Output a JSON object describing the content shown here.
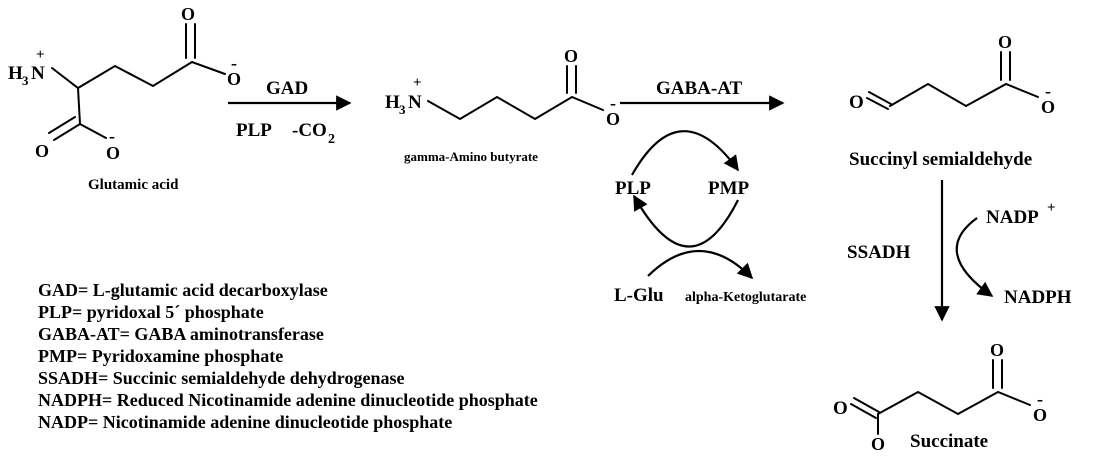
{
  "molecules": {
    "glutamic_acid": {
      "name": "Glutamic acid",
      "n_label": "H",
      "n_sub": "3",
      "n_atom": "N",
      "charge_plus": "+",
      "charge_minus": "-",
      "o": "O"
    },
    "gaba": {
      "name": "gamma-Amino butyrate",
      "n_label": "H",
      "n_sub": "3",
      "n_atom": "N",
      "charge_plus": "+",
      "charge_minus": "-",
      "o": "O"
    },
    "ssa": {
      "name": "Succinyl semialdehyde",
      "o": "O",
      "charge_minus": "-"
    },
    "succinate": {
      "name": "Succinate",
      "o": "O",
      "charge_minus": "-"
    }
  },
  "enzymes": {
    "gad": "GAD",
    "plp_cofactor": "PLP",
    "co2": "-CO",
    "co2_sub": "2",
    "gaba_at": "GABA-AT",
    "ssadh": "SSADH"
  },
  "cycle": {
    "plp": "PLP",
    "pmp": "PMP",
    "l_glu": "L-Glu",
    "alpha_kg": "alpha-Ketoglutarate"
  },
  "cofactors": {
    "nadp": "NADP",
    "nadp_plus": "+",
    "nadph": "NADPH"
  },
  "legend": [
    "GAD= L-glutamic acid decarboxylase",
    "PLP= pyridoxal 5´ phosphate",
    "GABA-AT= GABA aminotransferase",
    "PMP= Pyridoxamine phosphate",
    "SSADH= Succinic semialdehyde dehydrogenase",
    "NADPH= Reduced Nicotinamide adenine dinucleotide phosphate",
    "NADP= Nicotinamide adenine dinucleotide phosphate"
  ]
}
